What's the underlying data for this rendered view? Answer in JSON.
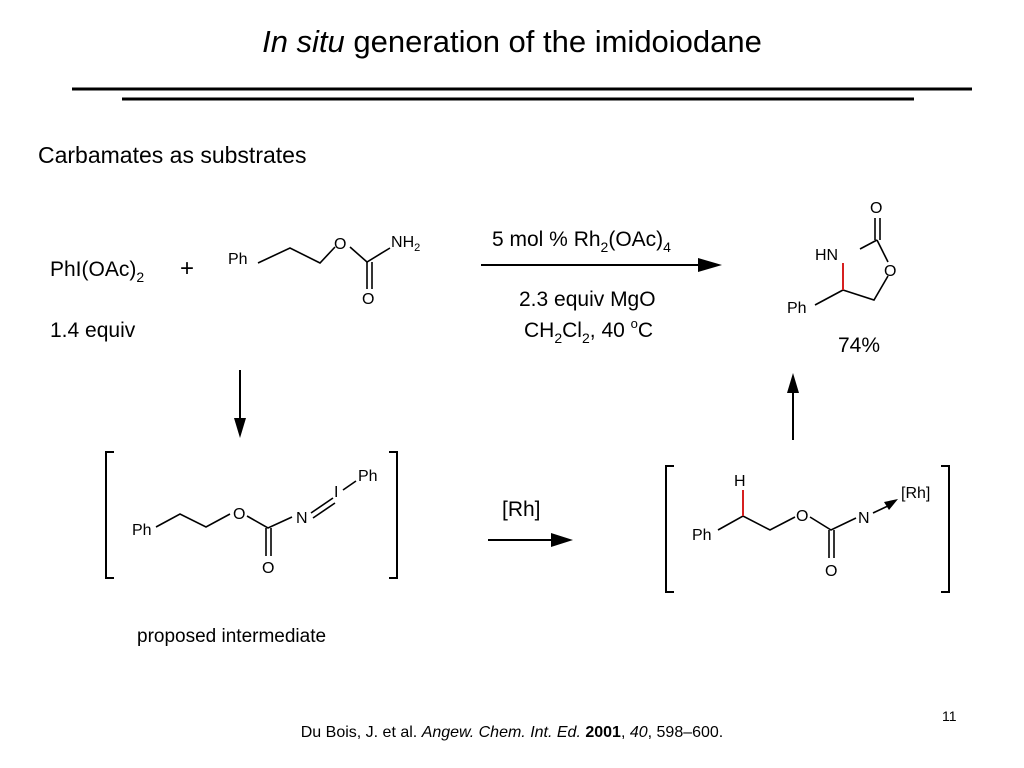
{
  "title": {
    "italic": "In situ",
    "rest": " generation of the imidoiodane"
  },
  "section_heading": "Carbamates as substrates",
  "reagent": {
    "name_main": "PhI(OAc)",
    "name_sub": "2",
    "plus": "+",
    "equiv": "1.4 equiv"
  },
  "arrow_conditions": {
    "line1_a": "5 mol % Rh",
    "line1_sub1": "2",
    "line1_b": "(OAc)",
    "line1_sub2": "4",
    "line2": "2.3 equiv MgO",
    "line3_a": "CH",
    "line3_sub1": "2",
    "line3_b": "Cl",
    "line3_sub2": "2",
    "line3_c": ", 40 ",
    "line3_sup": "o",
    "line3_d": "C"
  },
  "yield": "74%",
  "rh_label": "[Rh]",
  "proposed_label": "proposed intermediate",
  "atoms": {
    "ph": "Ph",
    "o": "O",
    "n": "N",
    "nh": "N",
    "h2": "H",
    "h2_sub": "2",
    "i": "I",
    "h": "H",
    "hn": "HN",
    "rh": "[Rh]"
  },
  "page_number": "11",
  "citation": {
    "authors": "Du Bois, J. et al. ",
    "journal": "Angew. Chem. Int. Ed.",
    "year": "2001",
    "sep1": ", ",
    "volume": "40",
    "pages": ", 598–600."
  },
  "colors": {
    "highlight_bond": "#d62020",
    "text": "#000000"
  }
}
